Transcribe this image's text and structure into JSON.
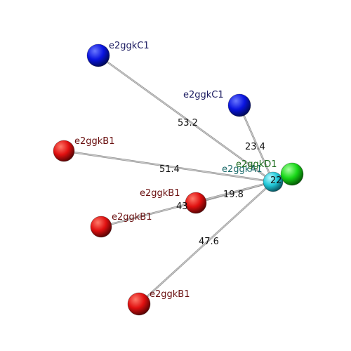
{
  "colors": {
    "background": "#ffffff",
    "edge": "#c8c8c8",
    "blue": "#0a14e0",
    "red": "#e01010",
    "cyan": "#20c8d8",
    "green": "#18d818",
    "label_blue": "#1a1a60",
    "label_red": "#6a1010",
    "label_cyan": "#1a6a6a",
    "label_green": "#1a6a1a"
  },
  "diagram": {
    "nodes": [
      {
        "id": "c1a",
        "label": "e2ggkC1",
        "color": "blue"
      },
      {
        "id": "c1b",
        "label": "e2ggkC1",
        "color": "blue"
      },
      {
        "id": "b1a",
        "label": "e2ggkB1",
        "color": "red"
      },
      {
        "id": "b1b",
        "label": "e2ggkB1",
        "color": "red"
      },
      {
        "id": "b1c",
        "label": "e2ggkB1",
        "color": "red"
      },
      {
        "id": "b1d",
        "label": "e2ggkB1",
        "color": "red"
      },
      {
        "id": "a1",
        "label": "e2ggkA1",
        "color": "cyan"
      },
      {
        "id": "d1",
        "label": "e2ggkD1",
        "color": "green"
      }
    ],
    "edges": [
      {
        "from": "c1a",
        "to": "a1",
        "label": "53.2"
      },
      {
        "from": "c1b",
        "to": "a1",
        "label": "23.4"
      },
      {
        "from": "b1a",
        "to": "a1",
        "label": "51.4"
      },
      {
        "from": "b1b",
        "to": "a1",
        "label": "19.8"
      },
      {
        "from": "b1c",
        "to": "a1",
        "label": "43"
      },
      {
        "from": "b1d",
        "to": "a1",
        "label": "47.6"
      },
      {
        "from": "d1",
        "to": "a1",
        "label": "22"
      }
    ]
  }
}
